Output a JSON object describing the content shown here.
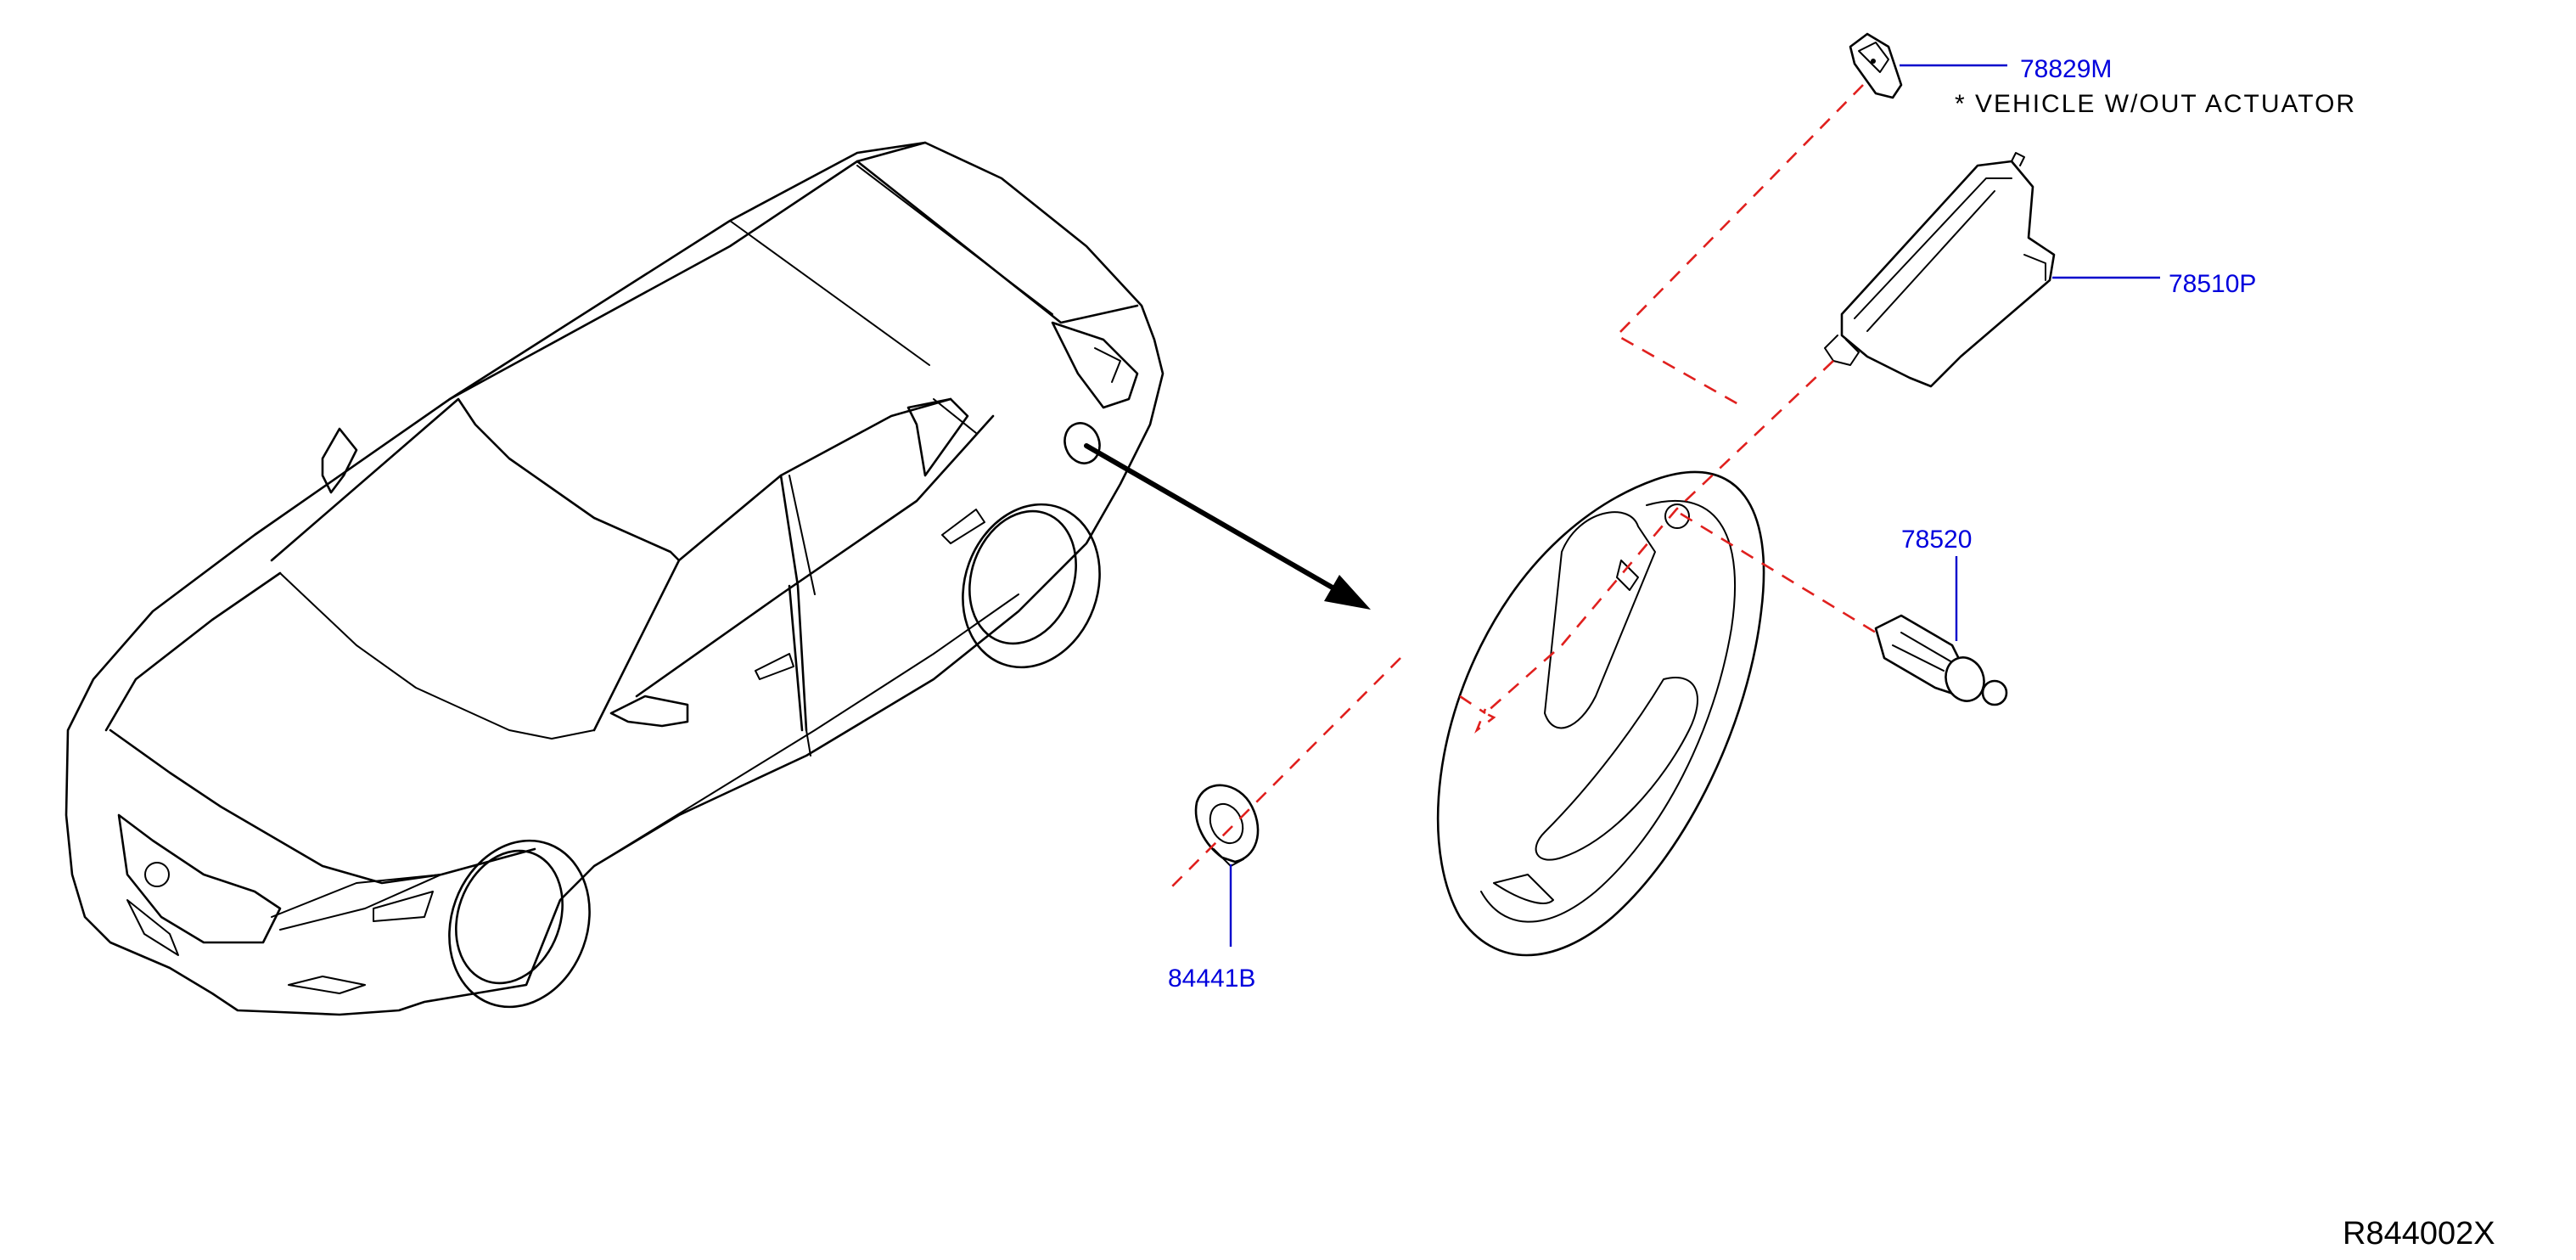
{
  "diagram": {
    "callouts": {
      "grommet": "78829M",
      "actuator": "78510P",
      "opener_assembly": "78520",
      "clip": "84441B"
    },
    "note": "*  VEHICLE  W/OUT  ACTUATOR",
    "reference_code": "R844002X"
  },
  "colors": {
    "callout_text": "#0000dd",
    "leader_line": "#0000cc",
    "dashed_guide": "#e0201e",
    "drawing": "#000000"
  }
}
